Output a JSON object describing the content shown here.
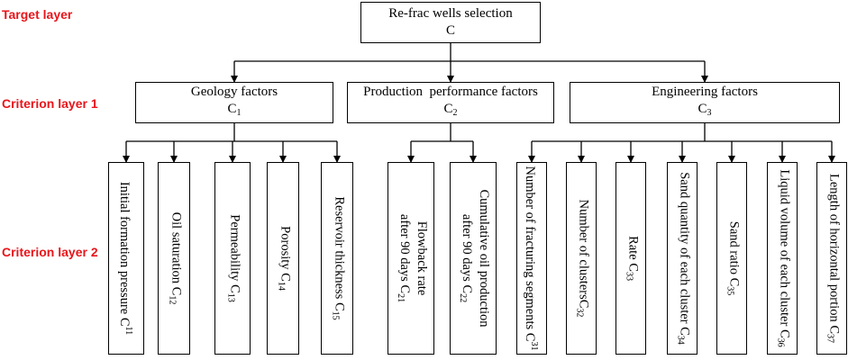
{
  "layers": {
    "target": "Target layer",
    "criterion1": "Criterion layer 1",
    "criterion2": "Criterion layer 2"
  },
  "target": {
    "title": "Re-frac wells selection",
    "code": "C"
  },
  "criteria": [
    {
      "title": "Geology factors",
      "code": "C",
      "code_sub": "1",
      "factors": [
        {
          "lines": [
            {
              "text": "Initial formation pressure C",
              "sup": "11"
            }
          ]
        },
        {
          "lines": [
            {
              "text": "Oil saturation C",
              "sub": "12"
            }
          ]
        },
        {
          "lines": [
            {
              "text": "Permeability C",
              "sub": "13"
            }
          ]
        },
        {
          "lines": [
            {
              "text": "Porosity C",
              "sub": "14"
            }
          ]
        },
        {
          "lines": [
            {
              "text": "Reservoir thickness C",
              "sub": "15"
            }
          ]
        }
      ]
    },
    {
      "title": "Production  performance factors",
      "code": "C",
      "code_sub": "2",
      "factors": [
        {
          "lines": [
            {
              "text": "Flowback rate"
            },
            {
              "text": "after 90 days C",
              "sub": "21"
            }
          ]
        },
        {
          "lines": [
            {
              "text": "Cumulative oil production"
            },
            {
              "text": "after 90 days C",
              "sub": "22"
            }
          ]
        }
      ]
    },
    {
      "title": "Engineering factors",
      "code": "C",
      "code_sub": "3",
      "factors": [
        {
          "lines": [
            {
              "text": "Number of fracturing segments C",
              "sup": "31"
            }
          ]
        },
        {
          "lines": [
            {
              "text": "Number of clustersC",
              "sub": "32"
            }
          ]
        },
        {
          "lines": [
            {
              "text": "Rate C",
              "sub": "33"
            }
          ]
        },
        {
          "lines": [
            {
              "text": "Sand quantity of each cluster  C",
              "sub": "34"
            }
          ]
        },
        {
          "lines": [
            {
              "text": "Sand ratio C",
              "sub": "35"
            }
          ]
        },
        {
          "lines": [
            {
              "text": "Liquid volume of each cluster C",
              "sub": "36"
            }
          ]
        },
        {
          "lines": [
            {
              "text": "Length of horizontal portion C",
              "sub": "37"
            }
          ]
        }
      ]
    }
  ],
  "colors": {
    "layer_label": "#e8151b",
    "line": "#000000"
  }
}
